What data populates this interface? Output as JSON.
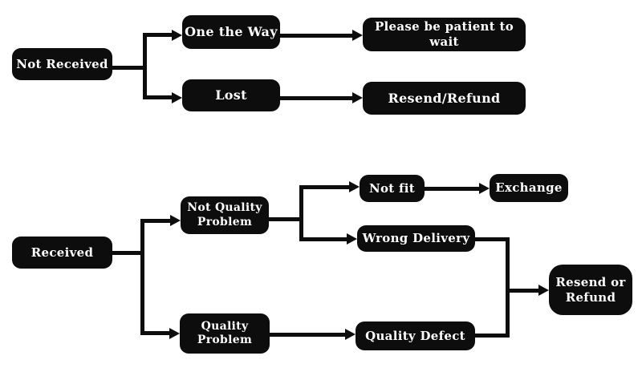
{
  "colors": {
    "background": "#ffffff",
    "node_bg": "#0d0d0d",
    "node_text": "#ffffff",
    "line": "#0d0d0d"
  },
  "nodes": {
    "not_received": {
      "label": "Not Received"
    },
    "one_the_way": {
      "label": "One the Way"
    },
    "please_wait": {
      "label": "Please be patient to wait"
    },
    "lost": {
      "label": "Lost"
    },
    "resend_refund": {
      "label": "Resend/Refund"
    },
    "received": {
      "label": "Received"
    },
    "not_quality_problem": {
      "label": "Not Quality\nProblem"
    },
    "not_fit": {
      "label": "Not fit"
    },
    "exchange": {
      "label": "Exchange"
    },
    "wrong_delivery": {
      "label": "Wrong Delivery"
    },
    "quality_problem": {
      "label": "Quality\nProblem"
    },
    "quality_defect": {
      "label": "Quality Defect"
    },
    "resend_or_refund": {
      "label": "Resend or\nRefund"
    }
  },
  "edges": [
    {
      "from": "Not Received",
      "to": "One the Way"
    },
    {
      "from": "Not Received",
      "to": "Lost"
    },
    {
      "from": "One the Way",
      "to": "Please be patient to wait"
    },
    {
      "from": "Lost",
      "to": "Resend/Refund"
    },
    {
      "from": "Received",
      "to": "Not Quality Problem"
    },
    {
      "from": "Received",
      "to": "Quality Problem"
    },
    {
      "from": "Not Quality Problem",
      "to": "Not fit"
    },
    {
      "from": "Not Quality Problem",
      "to": "Wrong Delivery"
    },
    {
      "from": "Not fit",
      "to": "Exchange"
    },
    {
      "from": "Wrong Delivery",
      "to": "Resend or Refund"
    },
    {
      "from": "Quality Problem",
      "to": "Quality Defect"
    },
    {
      "from": "Quality Defect",
      "to": "Resend or Refund"
    }
  ]
}
